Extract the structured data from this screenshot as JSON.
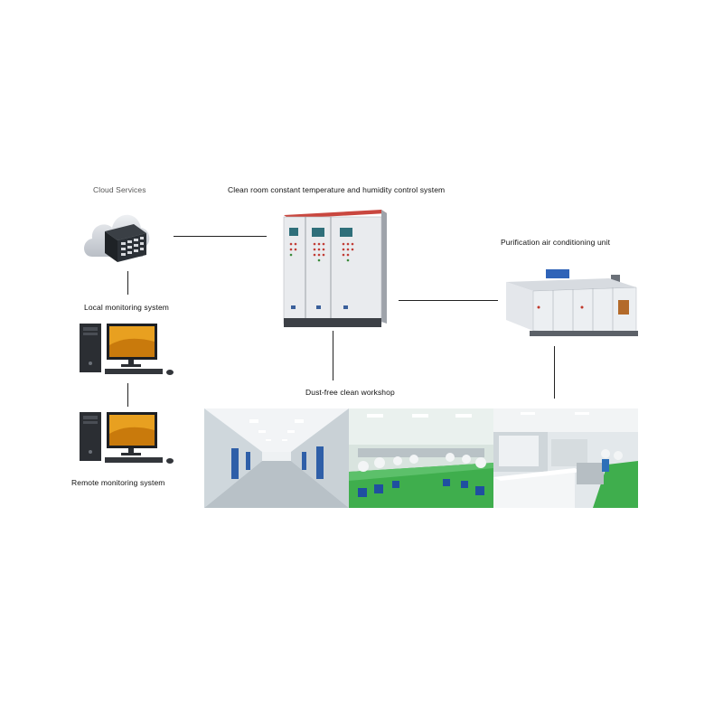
{
  "nodes": {
    "cloud": {
      "label": "Cloud Services"
    },
    "control": {
      "label": "Clean room constant temperature and humidity control system"
    },
    "local": {
      "label": "Local monitoring system"
    },
    "remote": {
      "label": "Remote monitoring system"
    },
    "purification": {
      "label": "Purification air conditioning unit"
    },
    "workshop": {
      "label": "Dust-free clean workshop"
    }
  },
  "photos": [
    {
      "name": "corridor"
    },
    {
      "name": "green-floor-production-line"
    },
    {
      "name": "workstations-room"
    }
  ]
}
